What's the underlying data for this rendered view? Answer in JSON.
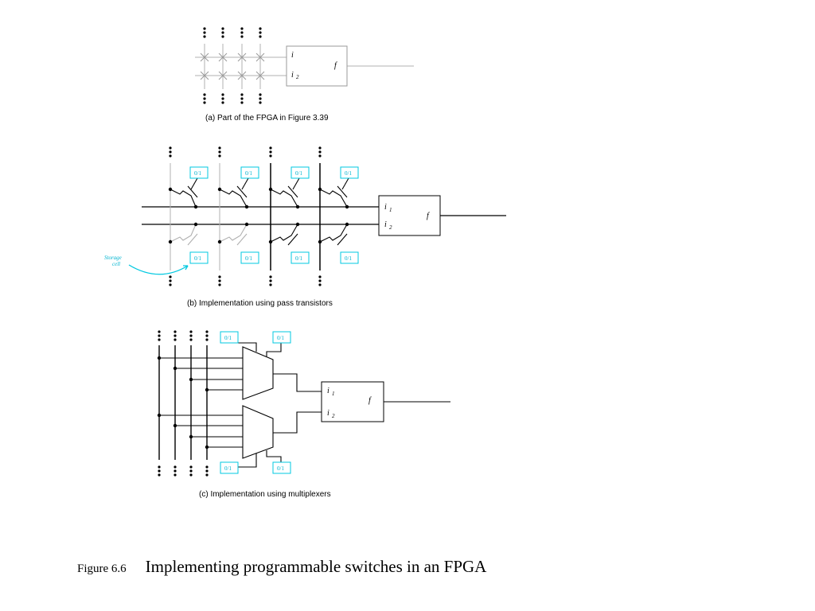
{
  "panels": {
    "a": {
      "caption": "(a) Part of the FPGA in Figure 3.39",
      "in1": "i",
      "in2": "i",
      "in2_sub": "2",
      "out": "f"
    },
    "b": {
      "caption": "(b) Implementation using pass transistors",
      "in1": "i",
      "in1_sub": "1",
      "in2": "i",
      "in2_sub": "2",
      "out": "f",
      "storage_label_1": "Storage",
      "storage_label_2": "cell",
      "cell_label": "0/1"
    },
    "c": {
      "caption": "(c) Implementation using multiplexers",
      "in1": "i",
      "in1_sub": "1",
      "in2": "i",
      "in2_sub": "2",
      "out": "f",
      "cell_label": "0/1"
    }
  },
  "figure": {
    "number": "Figure 6.6",
    "title": "Implementing programmable switches in an FPGA"
  },
  "colors": {
    "wire": "#000000",
    "grid": "#b0b0b0",
    "storage": "#00c8e0"
  }
}
